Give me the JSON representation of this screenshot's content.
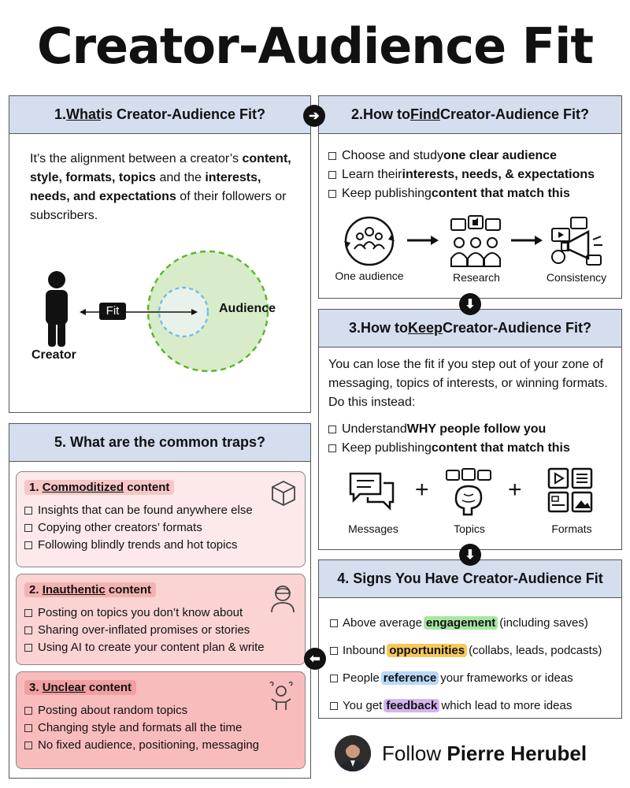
{
  "title": "Creator-Audience Fit",
  "section1": {
    "header_prefix": "1.",
    "header_u": "What",
    "header_suffix": " is Creator-Audience Fit?",
    "desc_1": "It’s the alignment between a creator’s ",
    "desc_b1": "content, style, formats, topics",
    "desc_2": " and the ",
    "desc_b2": "interests, needs, and expectations",
    "desc_3": " of their followers or subscribers.",
    "creator_label": "Creator",
    "fit_label": "Fit",
    "audience_label": "Audience"
  },
  "section2": {
    "header_prefix": "2.How to ",
    "header_u": "Find",
    "header_suffix": " Creator-Audience Fit?",
    "items": [
      {
        "pre": "Choose and study ",
        "bold": "one clear audience"
      },
      {
        "pre": "Learn their ",
        "bold": "interests, needs, & expectations"
      },
      {
        "pre": "Keep publishing ",
        "bold": "content that match this"
      }
    ],
    "icons": [
      {
        "icon": "group-cycle-icon",
        "caption": "One audience"
      },
      {
        "icon": "research-icon",
        "caption": "Research"
      },
      {
        "icon": "megaphone-icon",
        "caption": "Consistency"
      }
    ]
  },
  "section3": {
    "header_prefix": "3.How to ",
    "header_u": "Keep",
    "header_suffix": " Creator-Audience Fit?",
    "desc": "You can lose the fit if you step out of your zone of messaging, topics of interests, or winning formats. Do this instead:",
    "items": [
      {
        "pre": "Understand ",
        "bold": "WHY people follow you"
      },
      {
        "pre": "Keep publishing ",
        "bold": "content that match this"
      }
    ],
    "icons": [
      {
        "icon": "messages-icon",
        "caption": "Messages"
      },
      {
        "icon": "topics-icon",
        "caption": "Topics"
      },
      {
        "icon": "formats-icon",
        "caption": "Formats"
      }
    ],
    "plus": "+"
  },
  "section4": {
    "header": "4. Signs You Have Creator-Audience Fit",
    "items": [
      {
        "pre": "Above average ",
        "hl": "engagement",
        "post": " (including saves)",
        "color": "#a8e6a3"
      },
      {
        "pre": "Inbound ",
        "hl": "opportunities",
        "post": " (collabs, leads, podcasts)",
        "color": "#f7c95a"
      },
      {
        "pre": "People ",
        "hl": "reference",
        "post": " your frameworks or ideas",
        "color": "#b8d8f5"
      },
      {
        "pre": "You get ",
        "hl": "feedback",
        "post": " which lead to more ideas",
        "color": "#d6b3f0"
      }
    ]
  },
  "section5": {
    "header": "5. What are the common traps?",
    "traps": [
      {
        "num": "1. ",
        "u": "Commoditized",
        "rest": " content",
        "items": [
          "Insights that can be found anywhere else",
          "Copying other creators’ formats",
          "Following blindly trends and hot topics"
        ]
      },
      {
        "num": "2. ",
        "u": "Inauthentic",
        "rest": " content",
        "items": [
          "Posting on topics you don’t know about",
          "Sharing over-inflated promises or stories",
          "Using AI to create your content plan & write"
        ]
      },
      {
        "num": "3. ",
        "u": "Unclear",
        "rest": " content",
        "items": [
          "Posting about random topics",
          "Changing style and formats all the time",
          "No fixed audience, positioning, messaging"
        ]
      }
    ],
    "trap_colors": [
      "#fde9e9",
      "#fbd3d3",
      "#f9bcbc"
    ],
    "label_colors": [
      "#f7c6c6",
      "#f4b3b3",
      "#f0a0a0"
    ]
  },
  "connectors": {
    "right": "➔",
    "down": "⬇",
    "left": "⬅"
  },
  "footer": {
    "follow": "Follow ",
    "name": "Pierre Herubel"
  }
}
